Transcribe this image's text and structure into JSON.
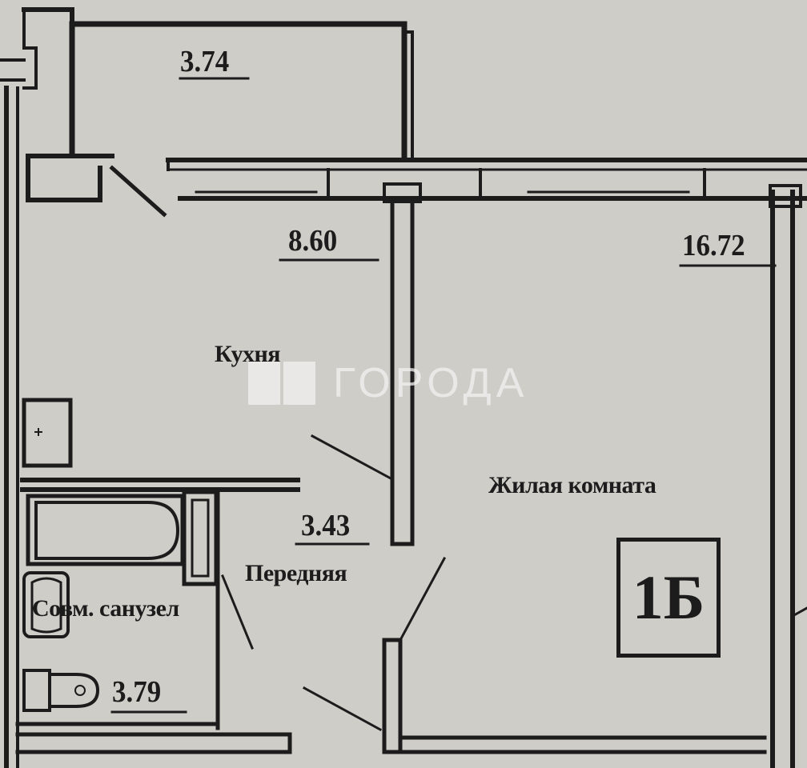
{
  "plan": {
    "areas": {
      "balcony": "3.74",
      "kitchen": "8.60",
      "living": "16.72",
      "hall": "3.43",
      "bathroom": "3.79"
    },
    "rooms": {
      "kitchen": "Кухня",
      "living": "Жилая комната",
      "hall": "Передняя",
      "bathroom": "Совм. санузел"
    },
    "type_label": "1Б"
  },
  "watermark": {
    "brand": "ГОРОДА"
  }
}
